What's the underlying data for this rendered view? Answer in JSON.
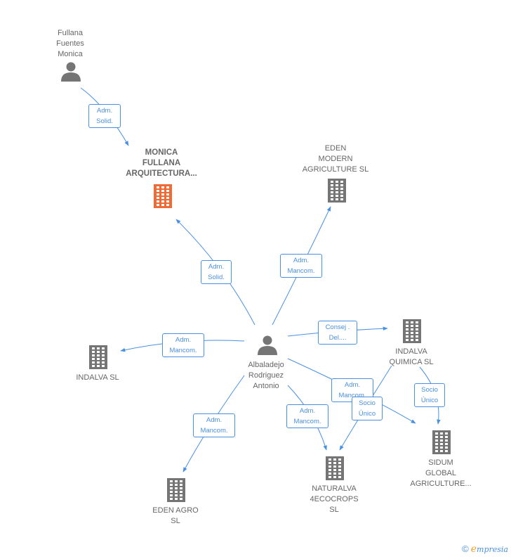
{
  "colors": {
    "edge": "#4a90e2",
    "building": "#757575",
    "building_focus": "#f06a35",
    "person": "#757575",
    "text": "#666666"
  },
  "nodes": [
    {
      "id": "fullana",
      "type": "person",
      "label": "Fullana\nFuentes\nMonica"
    },
    {
      "id": "monica_arq",
      "type": "company",
      "focus": true,
      "label": "MONICA\nFULLANA\nARQUITECTURA..."
    },
    {
      "id": "eden_modern",
      "type": "company",
      "label": "EDEN\nMODERN\nAGRICULTURE SL"
    },
    {
      "id": "albaladejo",
      "type": "person",
      "label": "Albaladejo\nRodriguez\nAntonio"
    },
    {
      "id": "indalva",
      "type": "company",
      "label": "INDALVA SL"
    },
    {
      "id": "indalva_quimica",
      "type": "company",
      "label": "INDALVA\nQUIMICA SL"
    },
    {
      "id": "sidum",
      "type": "company",
      "label": "SIDUM\nGLOBAL\nAGRICULTURE..."
    },
    {
      "id": "naturalva",
      "type": "company",
      "label": "NATURALVA\n4ECOCROPS\nSL"
    },
    {
      "id": "eden_agro",
      "type": "company",
      "label": "EDEN AGRO\nSL"
    }
  ],
  "edges": [
    {
      "from": "fullana",
      "to": "monica_arq",
      "label": "Adm.\nSolid."
    },
    {
      "from": "albaladejo",
      "to": "monica_arq",
      "label": "Adm.\nSolid."
    },
    {
      "from": "albaladejo",
      "to": "eden_modern",
      "label": "Adm.\nMancom."
    },
    {
      "from": "albaladejo",
      "to": "indalva",
      "label": "Adm.\nMancom."
    },
    {
      "from": "albaladejo",
      "to": "indalva_quimica",
      "label": "Consej .\nDel...."
    },
    {
      "from": "albaladejo",
      "to": "sidum",
      "label": "Adm.\nMancom."
    },
    {
      "from": "albaladejo",
      "to": "naturalva",
      "label": "Adm.\nMancom."
    },
    {
      "from": "albaladejo",
      "to": "eden_agro",
      "label": "Adm.\nMancom."
    },
    {
      "from": "indalva_quimica",
      "to": "naturalva",
      "label": "Socio\nÚnico"
    },
    {
      "from": "indalva_quimica",
      "to": "sidum",
      "label": "Socio\nÚnico"
    }
  ],
  "brand": {
    "copyright": "©",
    "e": "e",
    "rest": "mpresia"
  }
}
